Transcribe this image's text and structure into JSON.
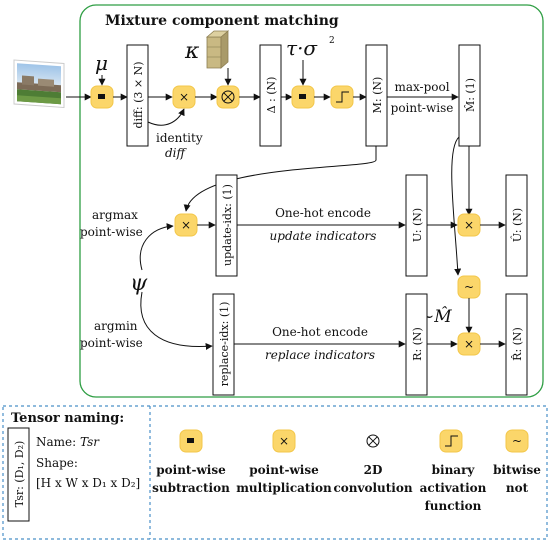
{
  "panel_title": "Mixture component matching",
  "inputs": {
    "mu": "μ",
    "kappa": "κ",
    "tau_sigma": "τ·σ",
    "tau_sigma_exp": "2",
    "psi": "ψ"
  },
  "tensors": {
    "diff": "diff: (3 × N)",
    "delta": "Δ : (N)",
    "m": "M: (N)",
    "m_hat": "M̂: (1)",
    "update_idx": "update-idx: (1)",
    "replace_idx": "replace-idx: (1)",
    "u": "U: (N)",
    "u_hat": "Û: (N)",
    "r": "R: (N)",
    "r_hat": "R̂: (N)"
  },
  "edge_labels": {
    "identity_1": "identity",
    "identity_2": "diff",
    "maxpool_1": "max-pool",
    "maxpool_2": "point-wise",
    "argmax_1": "argmax",
    "argmax_2": "point-wise",
    "argmin_1": "argmin",
    "argmin_2": "point-wise",
    "onehot_update_1": "One-hot encode",
    "onehot_update_2": "update indicators",
    "onehot_replace_1": "One-hot encode",
    "onehot_replace_2": "replace indicators",
    "not_m_hat": "~M̂"
  },
  "legend": {
    "naming_title": "Tensor naming:",
    "example_box": "Tsr: (D₁, D₂)",
    "name_prefix": "Name: ",
    "name_value": "Tsr",
    "shape_label": "Shape:",
    "shape_value": "[H x W x D₁ x D₂]",
    "items": [
      {
        "symbol": "-",
        "lines": [
          "point-wise",
          "subtraction"
        ]
      },
      {
        "symbol": "×",
        "lines": [
          "point-wise",
          "multiplication"
        ]
      },
      {
        "symbol": "⊗",
        "lines": [
          "2D",
          "convolution"
        ]
      },
      {
        "symbol": "",
        "lines": [
          "binary",
          "activation",
          "function"
        ]
      },
      {
        "symbol": "~",
        "lines": [
          "bitwise",
          "not"
        ]
      }
    ]
  },
  "colors": {
    "panel_border": "#2e9e43",
    "legend_border": "#4a90c8",
    "operator_fill": "#fbd66a"
  },
  "icons": [
    "photo-thumbnail",
    "kernel-cube-icon",
    "binary-step-icon"
  ]
}
